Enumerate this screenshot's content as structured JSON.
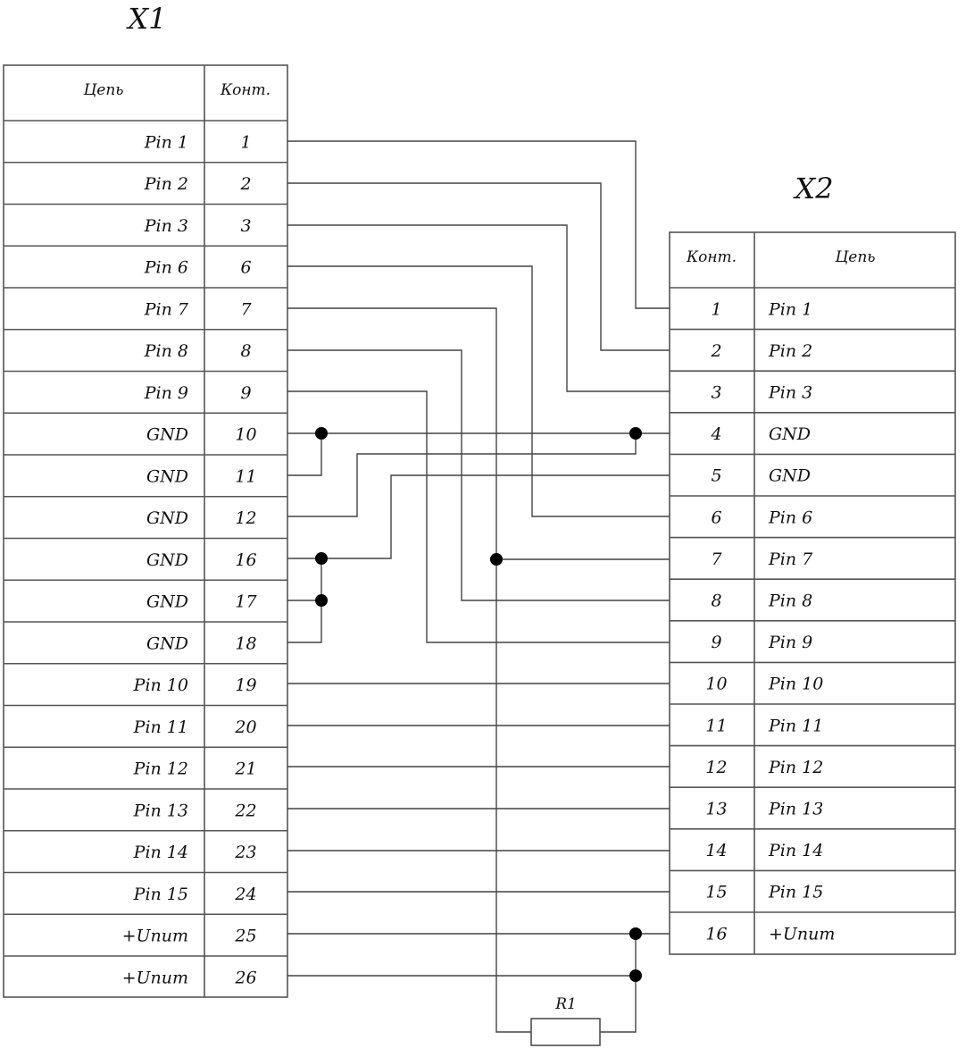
{
  "x1": {
    "title": "X1",
    "col_circuit": "Цепь",
    "col_contact": "Конт.",
    "rows": [
      {
        "circuit": "Pin 1",
        "contact": "1"
      },
      {
        "circuit": "Pin 2",
        "contact": "2"
      },
      {
        "circuit": "Pin 3",
        "contact": "3"
      },
      {
        "circuit": "Pin 6",
        "contact": "6"
      },
      {
        "circuit": "Pin 7",
        "contact": "7"
      },
      {
        "circuit": "Pin 8",
        "contact": "8"
      },
      {
        "circuit": "Pin 9",
        "contact": "9"
      },
      {
        "circuit": "GND",
        "contact": "10"
      },
      {
        "circuit": "GND",
        "contact": "11"
      },
      {
        "circuit": "GND",
        "contact": "12"
      },
      {
        "circuit": "GND",
        "contact": "16"
      },
      {
        "circuit": "GND",
        "contact": "17"
      },
      {
        "circuit": "GND",
        "contact": "18"
      },
      {
        "circuit": "Pin 10",
        "contact": "19"
      },
      {
        "circuit": "Pin 11",
        "contact": "20"
      },
      {
        "circuit": "Pin 12",
        "contact": "21"
      },
      {
        "circuit": "Pin 13",
        "contact": "22"
      },
      {
        "circuit": "Pin 14",
        "contact": "23"
      },
      {
        "circuit": "Pin 15",
        "contact": "24"
      },
      {
        "circuit": "+Uпит",
        "contact": "25"
      },
      {
        "circuit": "+Uпит",
        "contact": "26"
      }
    ]
  },
  "x2": {
    "title": "X2",
    "col_contact": "Конт.",
    "col_circuit": "Цепь",
    "rows": [
      {
        "contact": "1",
        "circuit": "Pin 1"
      },
      {
        "contact": "2",
        "circuit": "Pin 2"
      },
      {
        "contact": "3",
        "circuit": "Pin 3"
      },
      {
        "contact": "4",
        "circuit": "GND"
      },
      {
        "contact": "5",
        "circuit": "GND"
      },
      {
        "contact": "6",
        "circuit": "Pin 6"
      },
      {
        "contact": "7",
        "circuit": "Pin 7"
      },
      {
        "contact": "8",
        "circuit": "Pin 8"
      },
      {
        "contact": "9",
        "circuit": "Pin 9"
      },
      {
        "contact": "10",
        "circuit": "Pin 10"
      },
      {
        "contact": "11",
        "circuit": "Pin 11"
      },
      {
        "contact": "12",
        "circuit": "Pin 12"
      },
      {
        "contact": "13",
        "circuit": "Pin 13"
      },
      {
        "contact": "14",
        "circuit": "Pin 14"
      },
      {
        "contact": "15",
        "circuit": "Pin 15"
      },
      {
        "contact": "16",
        "circuit": "+Uпит"
      }
    ]
  },
  "resistor": {
    "label": "R1"
  },
  "connections": [
    {
      "from": "X1:1",
      "to": "X2:1"
    },
    {
      "from": "X1:2",
      "to": "X2:2"
    },
    {
      "from": "X1:3",
      "to": "X2:3"
    },
    {
      "from": "X1:6",
      "to": "X2:6"
    },
    {
      "from": "X1:7",
      "to": "X2:7"
    },
    {
      "from": "X1:8",
      "to": "X2:8"
    },
    {
      "from": "X1:9",
      "to": "X2:9"
    },
    {
      "from": "X1:10",
      "to": "X2:4"
    },
    {
      "from": "X1:11",
      "to": "X1:10"
    },
    {
      "from": "X1:12",
      "to": "X2:4"
    },
    {
      "from": "X1:16",
      "to": "X2:5"
    },
    {
      "from": "X1:17",
      "to": "X1:16"
    },
    {
      "from": "X1:18",
      "to": "X1:17"
    },
    {
      "from": "X1:19",
      "to": "X2:10"
    },
    {
      "from": "X1:20",
      "to": "X2:11"
    },
    {
      "from": "X1:21",
      "to": "X2:12"
    },
    {
      "from": "X1:22",
      "to": "X2:13"
    },
    {
      "from": "X1:23",
      "to": "X2:14"
    },
    {
      "from": "X1:24",
      "to": "X2:15"
    },
    {
      "from": "X1:25",
      "to": "X2:16"
    },
    {
      "from": "X1:26",
      "to": "X2:16"
    },
    {
      "from": "X2:7",
      "to": "R1"
    },
    {
      "from": "R1",
      "to": "X2:16"
    }
  ],
  "colors": {
    "line": "#555555",
    "wire": "#444444",
    "text": "#111111",
    "dot": "#000000"
  }
}
